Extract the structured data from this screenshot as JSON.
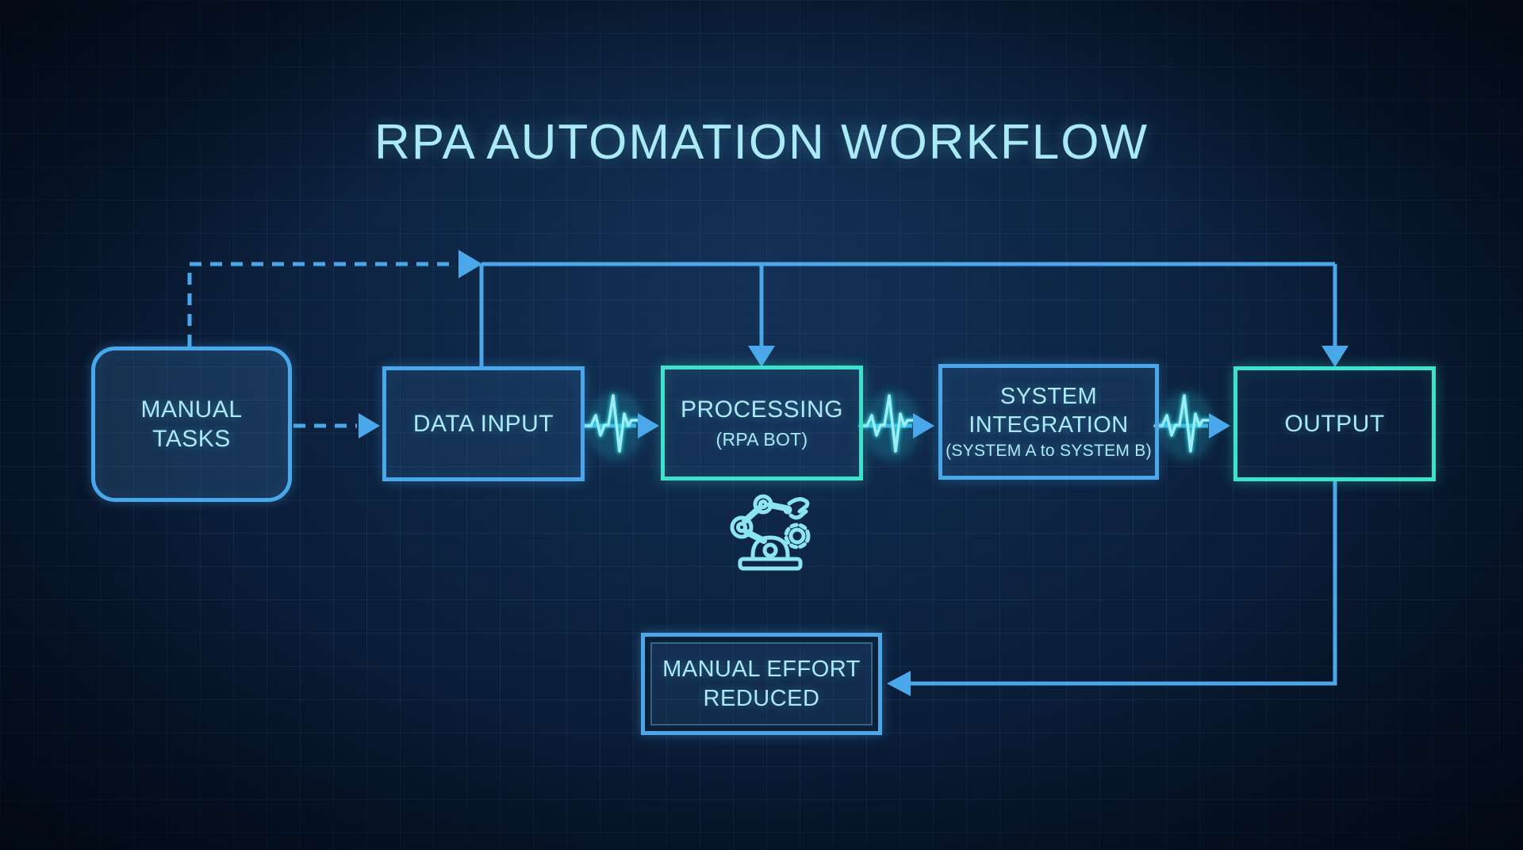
{
  "title": "RPA AUTOMATION WORKFLOW",
  "nodes": {
    "manual_tasks": {
      "label": "MANUAL TASKS"
    },
    "data_input": {
      "label": "DATA INPUT"
    },
    "processing": {
      "label": "PROCESSING",
      "sublabel": "(RPA BOT)"
    },
    "system_integration": {
      "label": "SYSTEM INTEGRATION",
      "sublabel": "(SYSTEM A to SYSTEM B)"
    },
    "output": {
      "label": "OUTPUT"
    },
    "manual_effort_reduced": {
      "label": "MANUAL EFFORT REDUCED"
    }
  },
  "icons": {
    "robot": "robot-arm-gear-icon",
    "pulse": "ecg-pulse-icon"
  },
  "colors": {
    "background": "#0a1d38",
    "accent_blue": "#4aa8ea",
    "accent_cyan": "#3de2cc",
    "glow_cyan": "#2fe0e8",
    "text": "#a9eaf6"
  }
}
